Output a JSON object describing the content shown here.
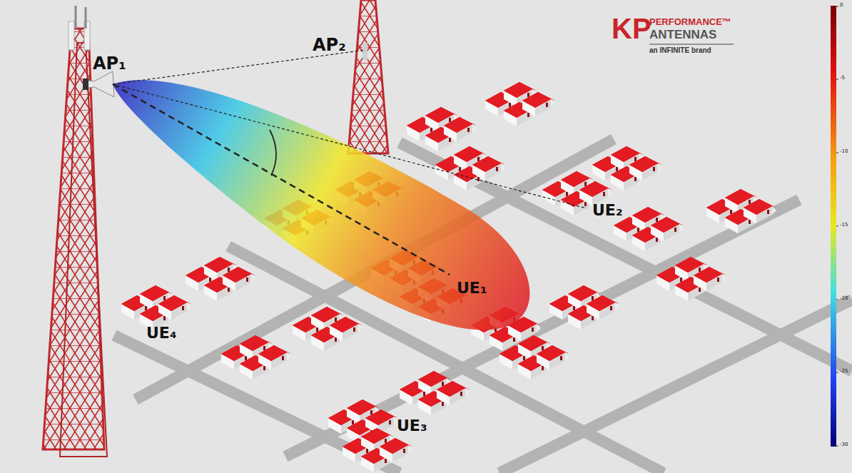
{
  "diagram": {
    "labels": [
      "AP₁",
      "AP₂",
      "UE₁",
      "UE₂",
      "UE₃",
      "UE₄",
      "KP",
      "PERFORMANCE™",
      "ANTENNAS",
      "an INFINITE brand",
      "0",
      "-5",
      "-10",
      "-15",
      "-20",
      "-25",
      "-30"
    ]
  }
}
